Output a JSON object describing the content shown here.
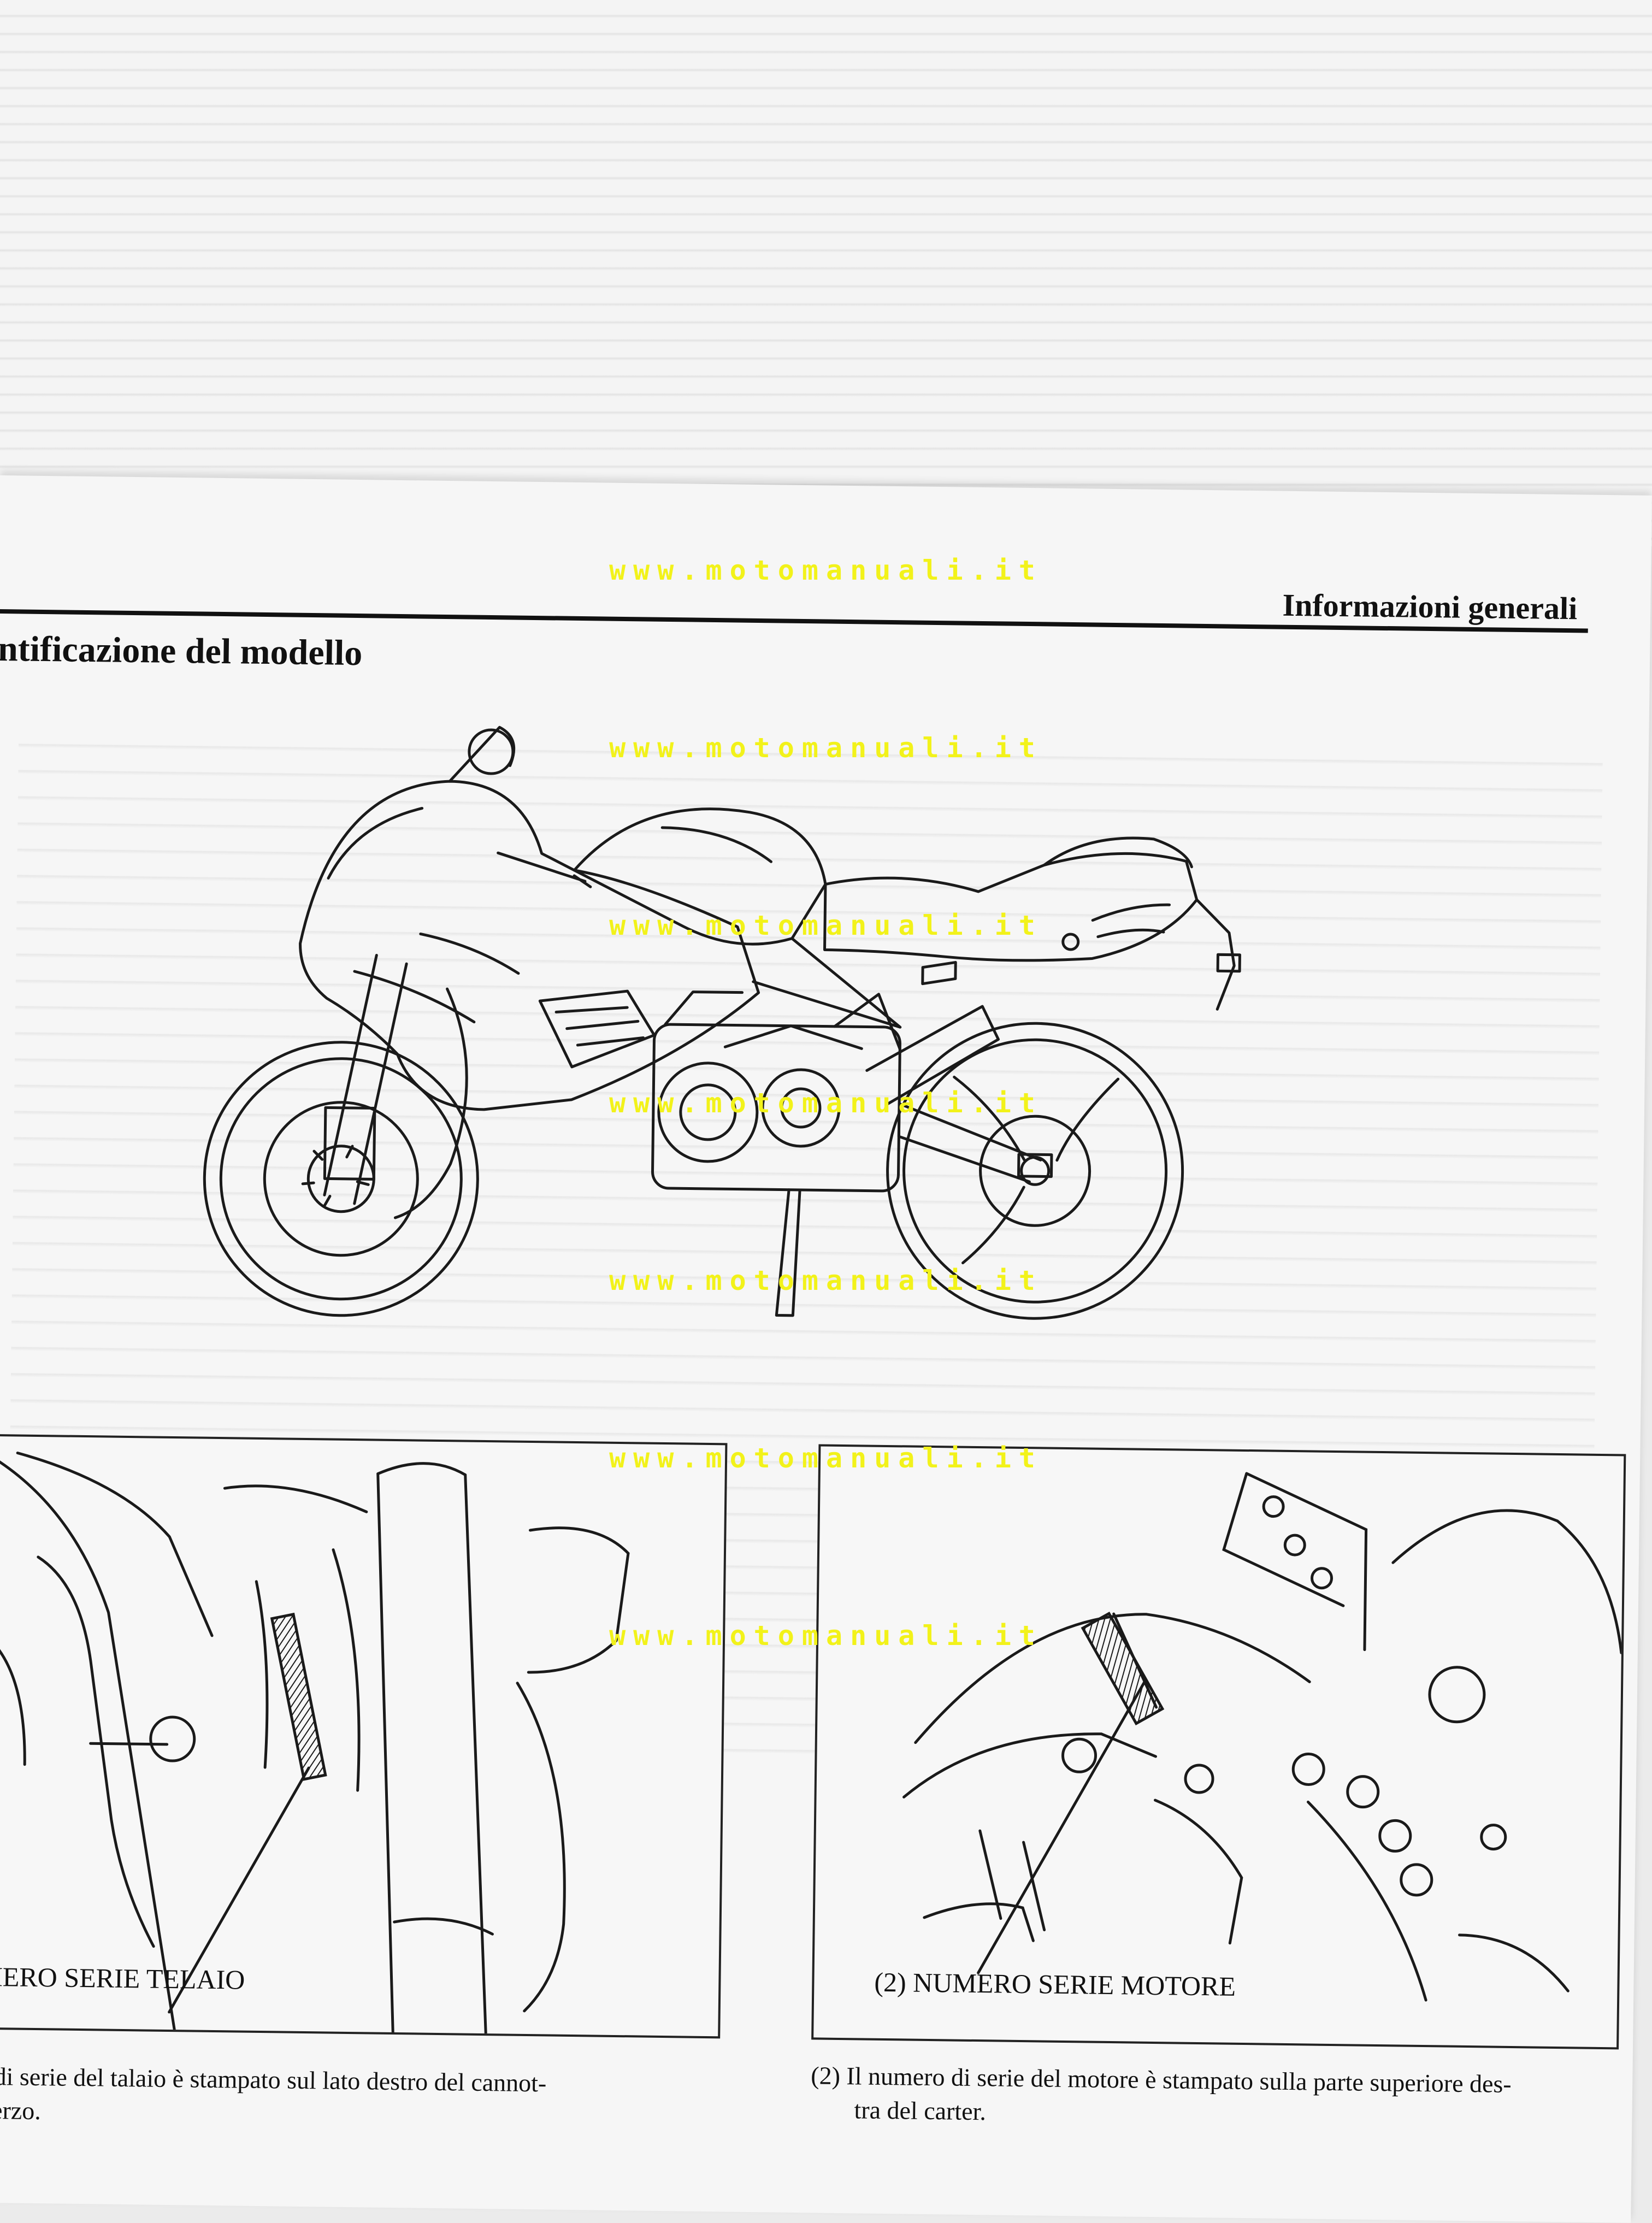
{
  "page": {
    "section_title": "Informazioni generali",
    "model_title": "ntificazione del modello",
    "watermark": "www.motomanuali.it"
  },
  "figures": [
    {
      "label": "MERO SERIE TELAIO"
    },
    {
      "label": "(2) NUMERO SERIE MOTORE"
    }
  ],
  "notes": [
    {
      "line1": "o di serie del talaio è stampato sul lato destro del cannot-",
      "line2": "sterzo."
    },
    {
      "line1": "(2)  Il numero di serie del motore è stampato sulla parte superiore des-",
      "line2": "tra del carter."
    }
  ],
  "colors": {
    "watermark": "#f2f21a",
    "ink": "#111111"
  }
}
